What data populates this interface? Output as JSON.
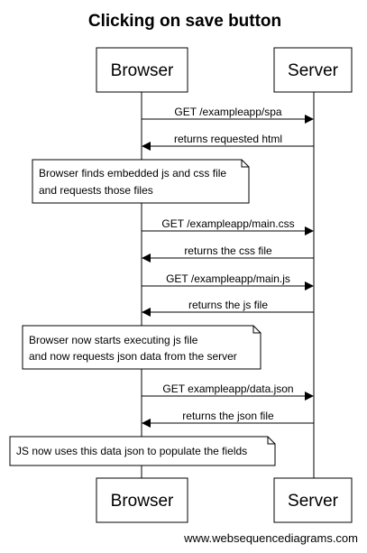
{
  "title": "Clicking on save button",
  "actors": {
    "browser": "Browser",
    "server": "Server"
  },
  "messages": [
    {
      "label": "GET /exampleapp/spa",
      "direction": "browser-to-server"
    },
    {
      "label": "returns requested html",
      "direction": "server-to-browser"
    },
    {
      "label": "GET /exampleapp/main.css",
      "direction": "browser-to-server"
    },
    {
      "label": "returns the css file",
      "direction": "server-to-browser"
    },
    {
      "label": "GET /exampleapp/main.js",
      "direction": "browser-to-server"
    },
    {
      "label": "returns the js file",
      "direction": "server-to-browser"
    },
    {
      "label": "GET exampleapp/data.json",
      "direction": "browser-to-server"
    },
    {
      "label": "returns the json file",
      "direction": "server-to-browser"
    }
  ],
  "notes": [
    {
      "lines": [
        "Browser finds embedded js and css file",
        "and requests those files"
      ]
    },
    {
      "lines": [
        "Browser now starts executing js file",
        "and now requests json data from the server"
      ]
    },
    {
      "lines": [
        "JS now uses this data json to populate the fields"
      ]
    }
  ],
  "footer": "www.websequencediagrams.com"
}
